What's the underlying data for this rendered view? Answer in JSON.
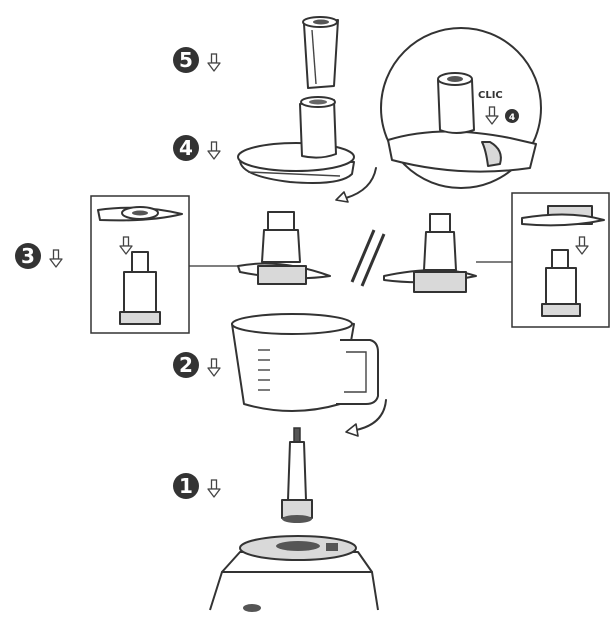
{
  "steps": [
    {
      "number": "1"
    },
    {
      "number": "2"
    },
    {
      "number": "3"
    },
    {
      "number": "4"
    },
    {
      "number": "5"
    }
  ],
  "detail": {
    "label": "CLIC",
    "step_number": "4"
  },
  "colors": {
    "badge": "#333333",
    "line": "#333333",
    "background": "#ffffff"
  },
  "icons": [
    "down-arrow-icon",
    "rotate-arrow-icon"
  ]
}
